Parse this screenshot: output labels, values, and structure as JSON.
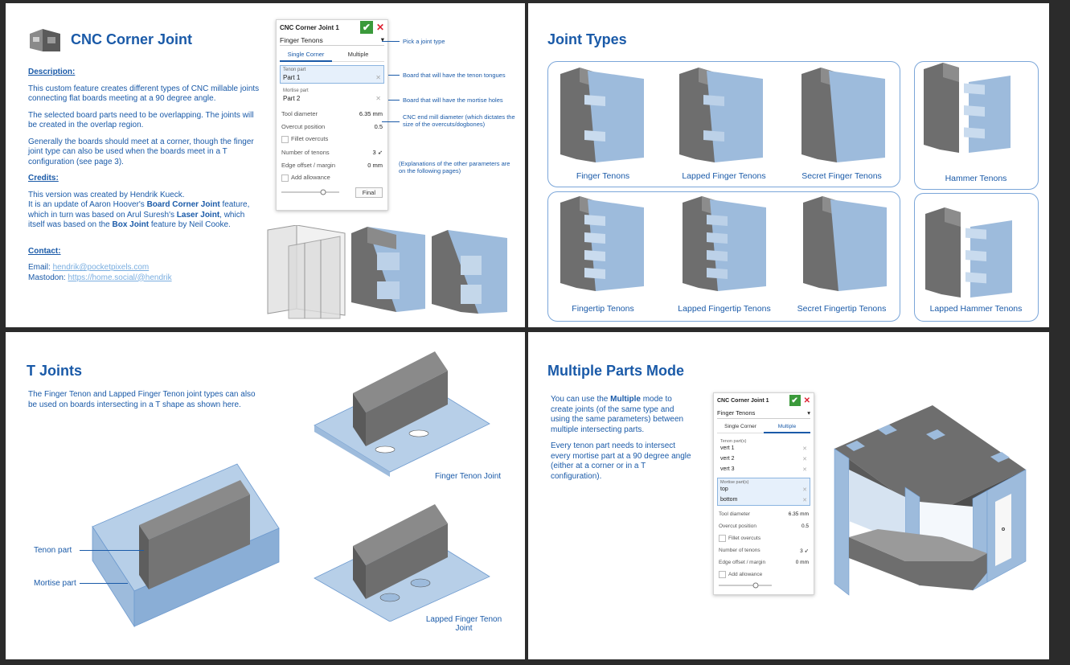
{
  "page1": {
    "title": "CNC Corner Joint",
    "description_heading": "Description:",
    "desc_p1": "This custom feature creates different types of CNC millable joints connecting flat boards meeting at a 90 degree angle.",
    "desc_p2": "The selected board parts need to be overlapping. The joints will be created in the overlap region.",
    "desc_p3": "Generally the boards should meet at a corner, though the finger joint type can also be used when the boards meet in a T configuration (see page 3).",
    "credits_heading": "Credits:",
    "credits_line1": "This version was created by Hendrik Kueck.",
    "credits_line2_a": "It is an update of Aaron Hoover's ",
    "credits_line2_b": "Board Corner Joint",
    "credits_line2_c": " feature, which in turn was based on Arul Suresh's ",
    "credits_line2_d": "Laser Joint",
    "credits_line2_e": ", which itself was based on the ",
    "credits_line2_f": "Box Joint",
    "credits_line2_g": " feature by Neil Cooke.",
    "contact_heading": "Contact:",
    "email_label": "Email: ",
    "email": "hendrik@pocketpixels.com",
    "mastodon_label": "Mastodon: ",
    "mastodon": "https://home.social/@hendrik",
    "dialog": {
      "title": "CNC Corner Joint 1",
      "type": "Finger Tenons",
      "tab_single": "Single Corner",
      "tab_multiple": "Multiple",
      "tenon_label": "Tenon part",
      "tenon_value": "Part 1",
      "mortise_label": "Mortise part",
      "mortise_value": "Part 2",
      "tool_label": "Tool diameter",
      "tool_value": "6.35 mm",
      "overcut_label": "Overcut position",
      "overcut_value": "0.5",
      "fillet_label": "Fillet overcuts",
      "tenons_label": "Number of tenons",
      "tenons_value": "3",
      "edge_label": "Edge offset / margin",
      "edge_value": "0 mm",
      "allowance_label": "Add allowance",
      "final_label": "Final"
    },
    "annotations": {
      "pick": "Pick a joint type",
      "tenon": "Board that will have the tenon tongues",
      "mortise": "Board that will have the mortise holes",
      "tool": "CNC end mill diameter (which dictates the size of the overcuts/dogbones)",
      "other": "(Explanations of the other parameters are on the following pages)"
    }
  },
  "page2": {
    "title": "Joint Types",
    "captions": [
      "Finger Tenons",
      "Lapped Finger Tenons",
      "Secret Finger Tenons",
      "Hammer Tenons",
      "Fingertip Tenons",
      "Lapped Fingertip Tenons",
      "Secret Fingertip Tenons",
      "Lapped Hammer Tenons"
    ]
  },
  "page3": {
    "title": "T Joints",
    "text": "The Finger Tenon and Lapped Finger Tenon joint types can also be used on boards intersecting in a T shape as shown here.",
    "label_tenon": "Tenon part",
    "label_mortise": "Mortise part",
    "cap_finger": "Finger Tenon Joint",
    "cap_lapped": "Lapped Finger Tenon Joint"
  },
  "page4": {
    "title": "Multiple Parts Mode",
    "p1_a": "You can use the ",
    "p1_b": "Multiple",
    "p1_c": " mode to create joints (of the same type and using the same parameters) between multiple intersecting parts.",
    "p2": "Every tenon part needs to intersect every mortise part at a 90 degree angle (either at a corner or in a T configuration).",
    "dialog": {
      "title": "CNC Corner Joint 1",
      "type": "Finger Tenons",
      "tab_single": "Single Corner",
      "tab_multiple": "Multiple",
      "tenon_label": "Tenon part(s)",
      "tenons": [
        "vert 1",
        "vert 2",
        "vert 3"
      ],
      "mortise_label": "Mortise part(s)",
      "mortises": [
        "top",
        "bottom"
      ],
      "tool_label": "Tool diameter",
      "tool_value": "6.35 mm",
      "overcut_label": "Overcut position",
      "overcut_value": "0.5",
      "fillet_label": "Fillet overcuts",
      "tenons_label": "Number of tenons",
      "tenons_value": "3",
      "edge_label": "Edge offset / margin",
      "edge_value": "0 mm",
      "allowance_label": "Add allowance"
    }
  },
  "colors": {
    "accent": "#1a5aa8",
    "board_blue": "#9dbbdc",
    "board_gray": "#6e6e6e"
  }
}
